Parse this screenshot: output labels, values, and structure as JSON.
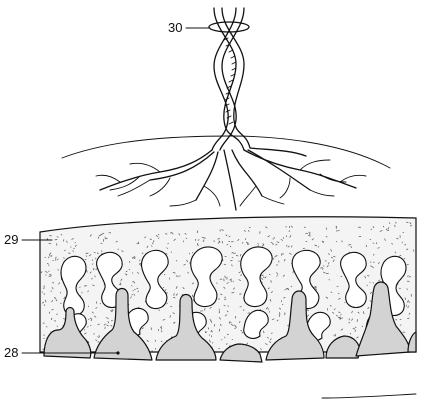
{
  "labels": {
    "l30": "30",
    "l29": "29",
    "l28": "28"
  },
  "colors": {
    "ink": "#111111",
    "grey_fill": "#d3d3d3",
    "stipple": "#555555",
    "background": "#ffffff"
  }
}
